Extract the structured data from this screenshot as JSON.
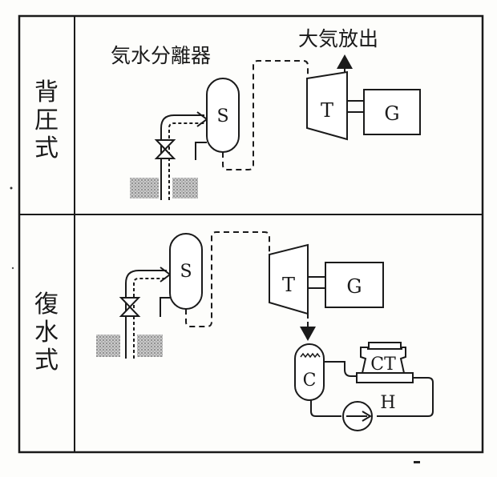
{
  "rows": {
    "back_pressure": {
      "label": [
        "背",
        "圧",
        "式"
      ]
    },
    "condensing": {
      "label": [
        "復",
        "水",
        "式"
      ]
    }
  },
  "annotations": {
    "separator_label": "気水分離器",
    "atmospheric_release": "大気放出"
  },
  "components": {
    "separator": "S",
    "turbine": "T",
    "generator": "G",
    "condenser": "C",
    "cooling_tower": "CT",
    "heat_exchanger": "H"
  },
  "colors": {
    "line": "#1a1a1a",
    "ground": "#8a8a8a",
    "paper": "#fdfdfb"
  }
}
